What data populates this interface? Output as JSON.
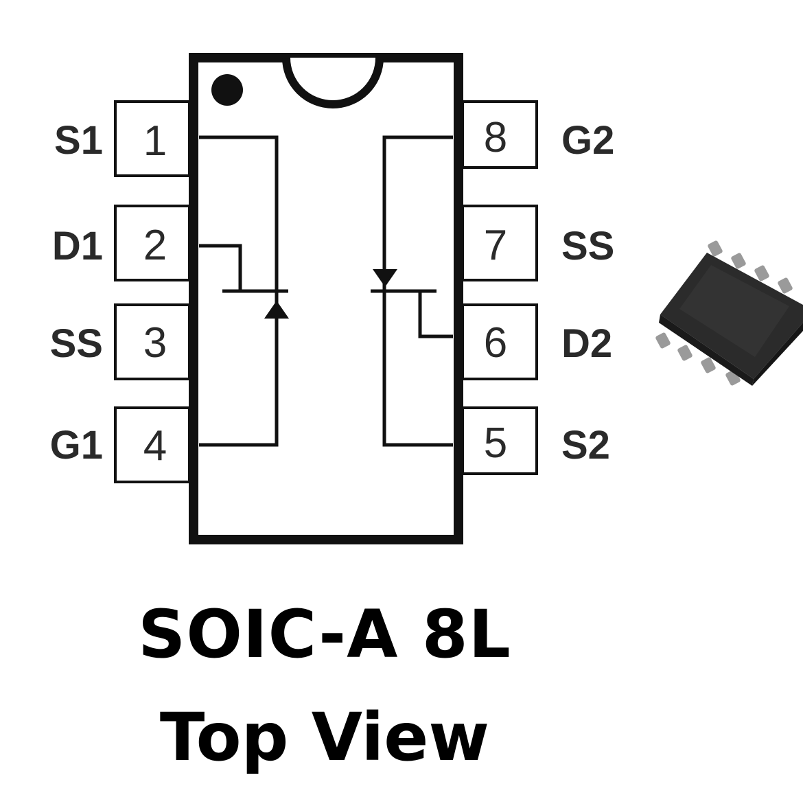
{
  "package": {
    "name": "SOIC-A 8L",
    "view": "Top View"
  },
  "pins": [
    {
      "number": "1",
      "label": "S1"
    },
    {
      "number": "2",
      "label": "D1"
    },
    {
      "number": "3",
      "label": "SS"
    },
    {
      "number": "4",
      "label": "G1"
    },
    {
      "number": "5",
      "label": "S2"
    },
    {
      "number": "6",
      "label": "D2"
    },
    {
      "number": "7",
      "label": "SS"
    },
    {
      "number": "8",
      "label": "G2"
    }
  ],
  "colors": {
    "outline": "#111111",
    "text": "#2a2a2a",
    "chip_body": "#2b2b2b",
    "chip_leads": "#9a9a9a"
  },
  "icons": {
    "chip_photo": "soic-8-chip-icon",
    "pin1_marker": "pin-1-dot-icon",
    "notch": "package-notch-icon"
  }
}
